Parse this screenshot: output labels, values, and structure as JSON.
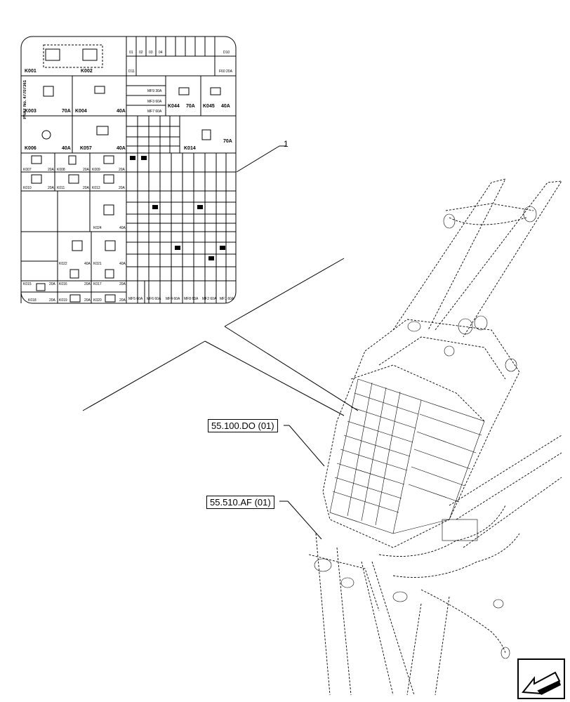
{
  "callout_number": "1",
  "references": [
    "55.100.DO (01)",
    "55.510.AF (01)"
  ],
  "fuse_panel": {
    "part_no": "PART No. 47707361",
    "top_row": {
      "relays": [
        "K001",
        "K002"
      ],
      "fuses_right": [
        "01",
        "02",
        "03",
        "04",
        "D10",
        "D11",
        "F60 20A"
      ]
    },
    "relay_row_2": [
      {
        "id": "K003",
        "amp": "70A"
      },
      {
        "id": "K004",
        "amp": "40A"
      },
      {
        "id": "K044",
        "amp": "70A"
      },
      {
        "id": "K045",
        "amp": "40A"
      }
    ],
    "mid_fuse_labels": [
      "MF3 60A",
      "MF7 60A",
      "MF9 30A"
    ],
    "relay_row_3": [
      {
        "id": "K006",
        "amp": "40A"
      },
      {
        "id": "K057",
        "amp": "40A"
      },
      {
        "id": "K014",
        "amp": "70A"
      }
    ],
    "left_relays": [
      {
        "id": "K007",
        "amp": "20A"
      },
      {
        "id": "K008",
        "amp": "20A"
      },
      {
        "id": "K009",
        "amp": "20A"
      },
      {
        "id": "K010",
        "amp": "20A"
      },
      {
        "id": "K011",
        "amp": "20A"
      },
      {
        "id": "K012",
        "amp": "20A"
      }
    ],
    "k024": {
      "id": "K024",
      "amp": "40A"
    },
    "lower_relays": [
      {
        "id": "K022",
        "amp": "40A"
      },
      {
        "id": "K021",
        "amp": "40A"
      },
      {
        "id": "K015",
        "amp": "20A"
      },
      {
        "id": "K016",
        "amp": "20A"
      },
      {
        "id": "K017",
        "amp": "20A"
      },
      {
        "id": "K018",
        "amp": "20A"
      },
      {
        "id": "K019",
        "amp": "20A"
      },
      {
        "id": "K020",
        "amp": "20A"
      }
    ],
    "bottom_fuses": [
      "MF5 60A",
      "MF6 60A",
      "MF4 60A",
      "MF8 60A",
      "MF2 60A",
      "MF1 60A"
    ]
  }
}
